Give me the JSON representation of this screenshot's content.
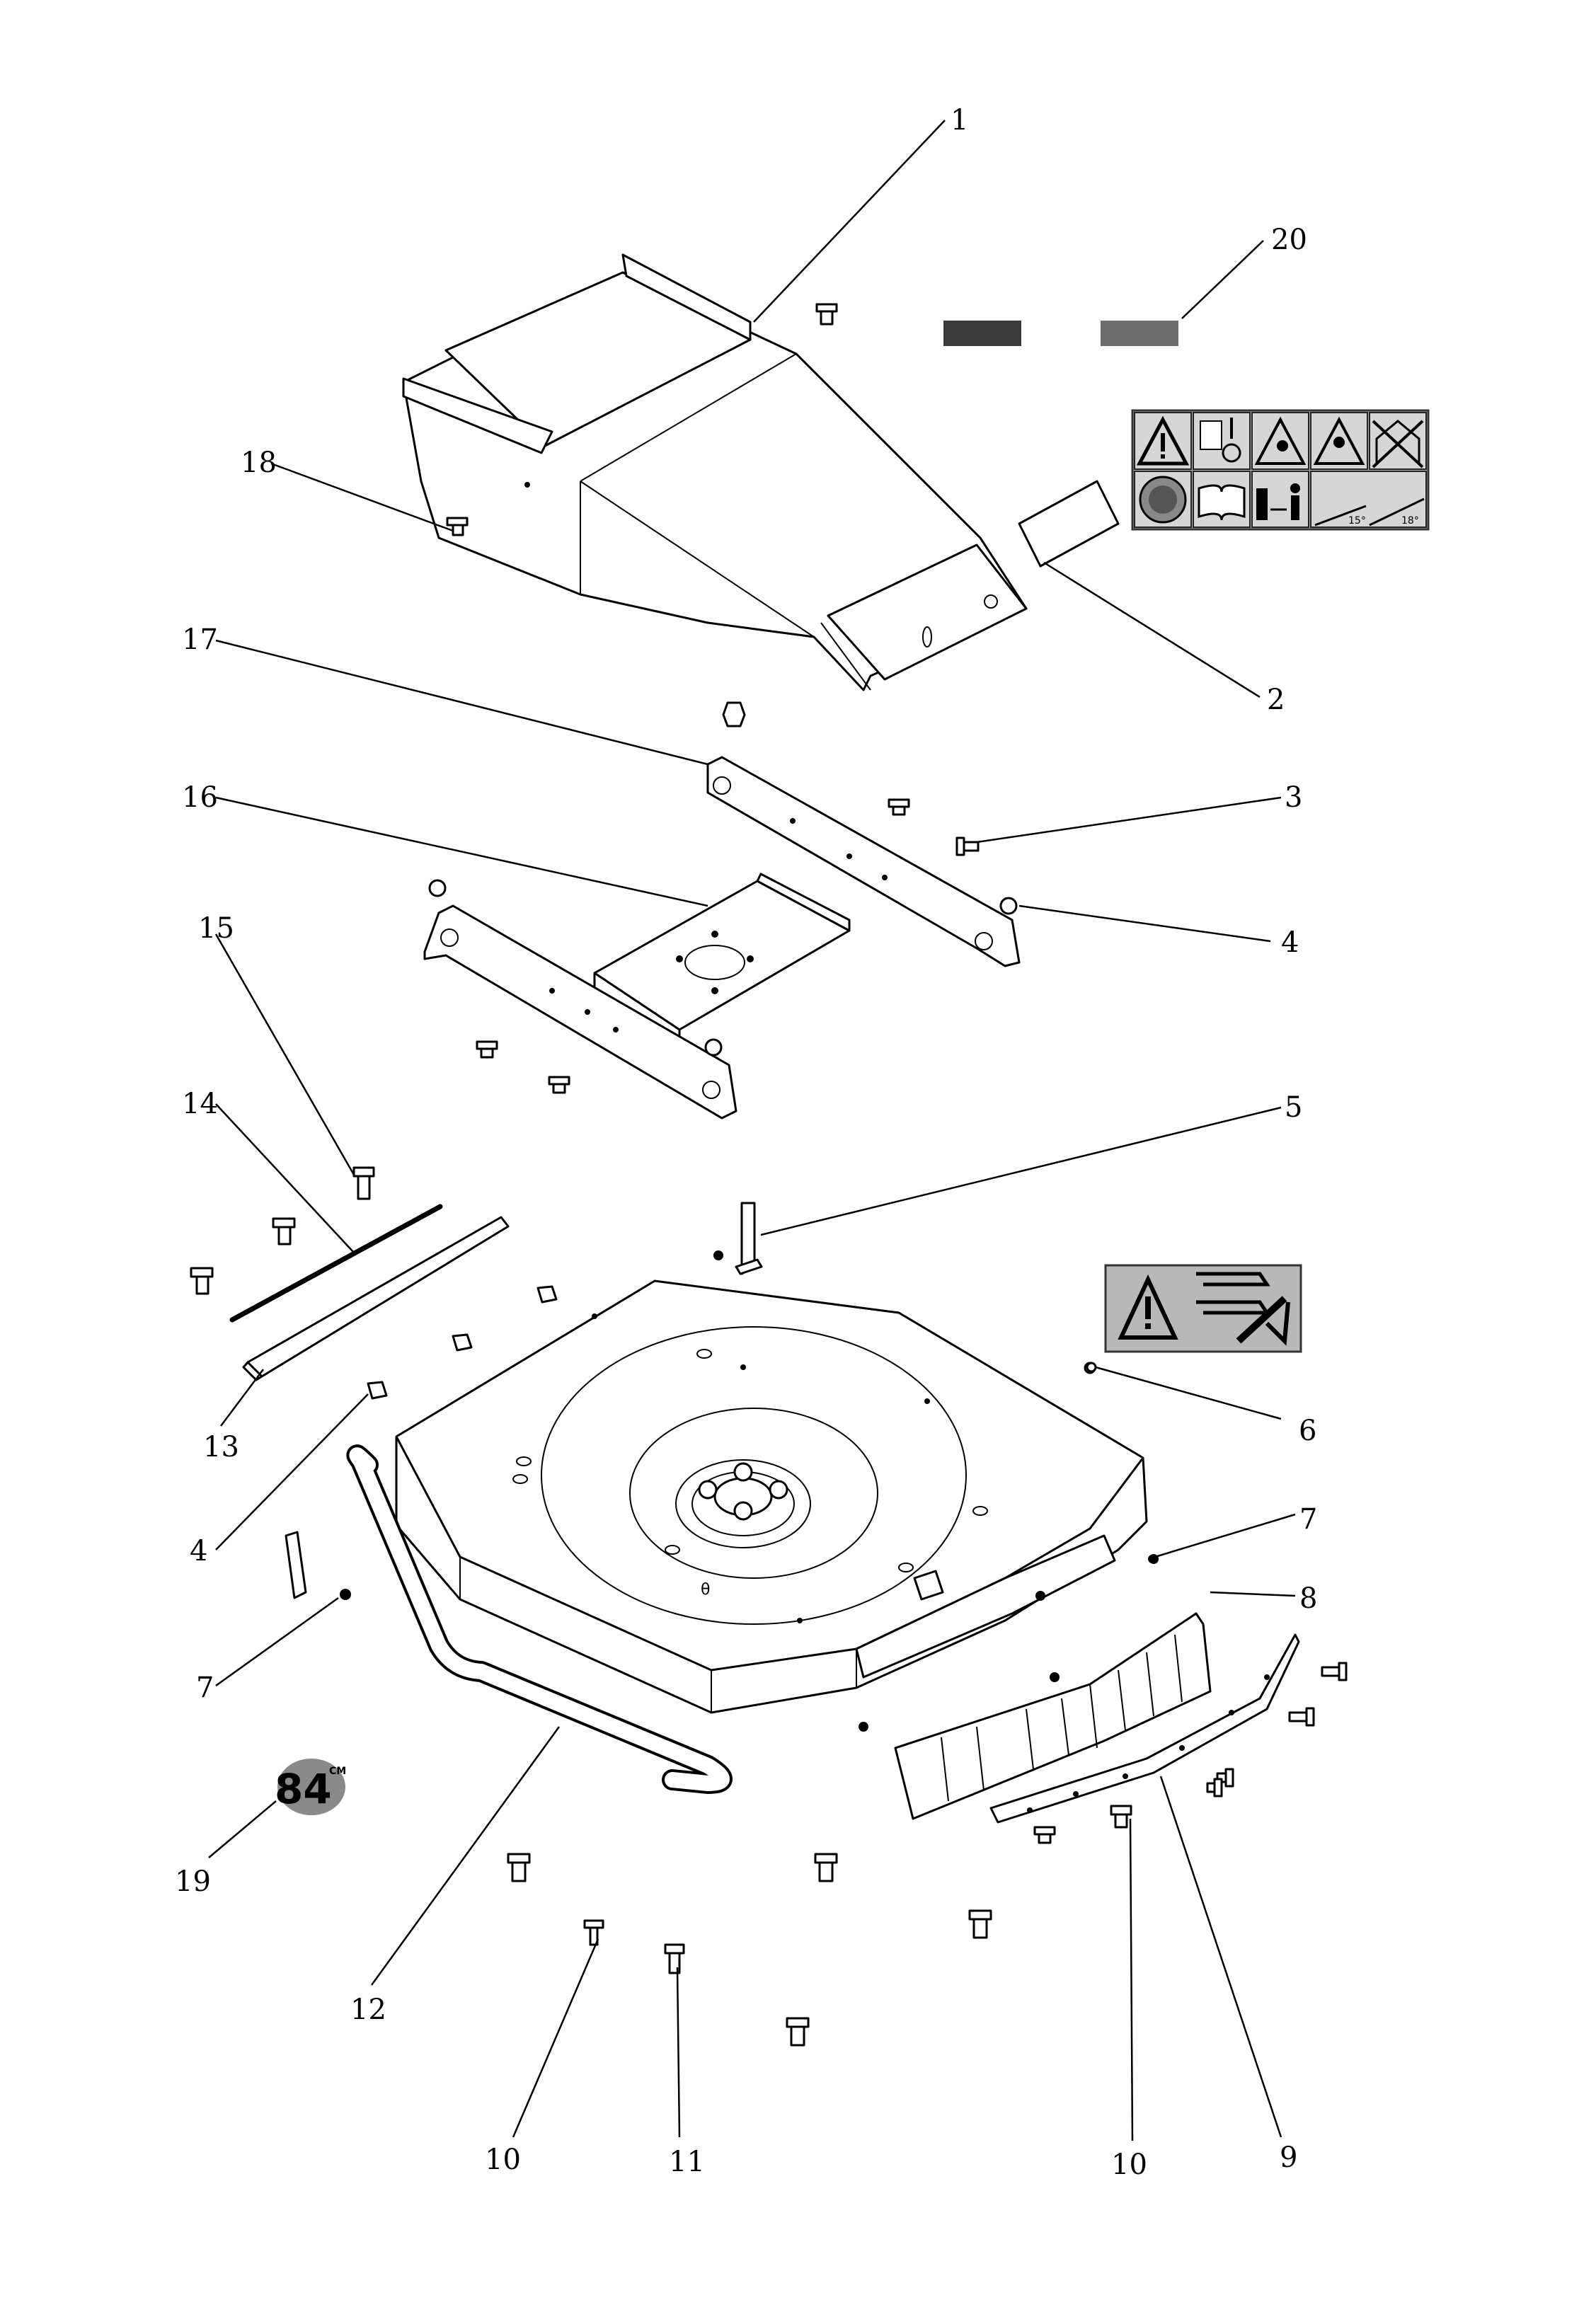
{
  "callouts": {
    "c1": "1",
    "c2": "2",
    "c3": "3",
    "c4a": "4",
    "c4b": "4",
    "c5": "5",
    "c6": "6",
    "c7a": "7",
    "c7b": "7",
    "c8": "8",
    "c9": "9",
    "c10a": "10",
    "c10b": "10",
    "c11": "11",
    "c12": "12",
    "c13": "13",
    "c14": "14",
    "c15": "15",
    "c16": "16",
    "c17": "17",
    "c18": "18",
    "c19": "19",
    "c20": "20"
  },
  "badge": {
    "size": "84",
    "unit": "CM"
  },
  "decal_angles": {
    "left": "15°",
    "right": "18°"
  },
  "colors": {
    "line": "#000000",
    "decal_gray": "#b8b8b8",
    "strip_dark": "#3a3a3a",
    "strip_mid": "#6e6e6e",
    "badge_gray": "#8a8a8a"
  },
  "icons": [
    "warning-triangle-icon",
    "read-manual-icon",
    "thrown-objects-icon",
    "keep-children-away-icon",
    "no-entry-icon",
    "ear-protection-icon",
    "manual-book-icon",
    "keep-distance-icon",
    "slope-15-icon",
    "slope-18-icon",
    "hand-blade-warning-icon"
  ]
}
